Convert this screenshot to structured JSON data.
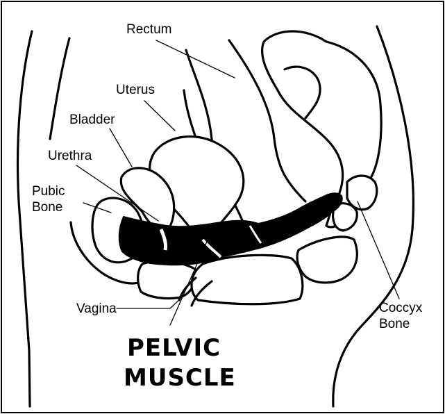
{
  "labels": {
    "rectum": "Rectum",
    "uterus": "Uterus",
    "bladder": "Bladder",
    "urethra": "Urethra",
    "pubic_bone_line1": "Pubic",
    "pubic_bone_line2": "Bone",
    "vagina": "Vagina",
    "coccyx_line1": "Coccyx",
    "coccyx_line2": "Bone",
    "pelvic_muscle_line1": "PELVIC",
    "pelvic_muscle_line2": "MUSCLE"
  }
}
